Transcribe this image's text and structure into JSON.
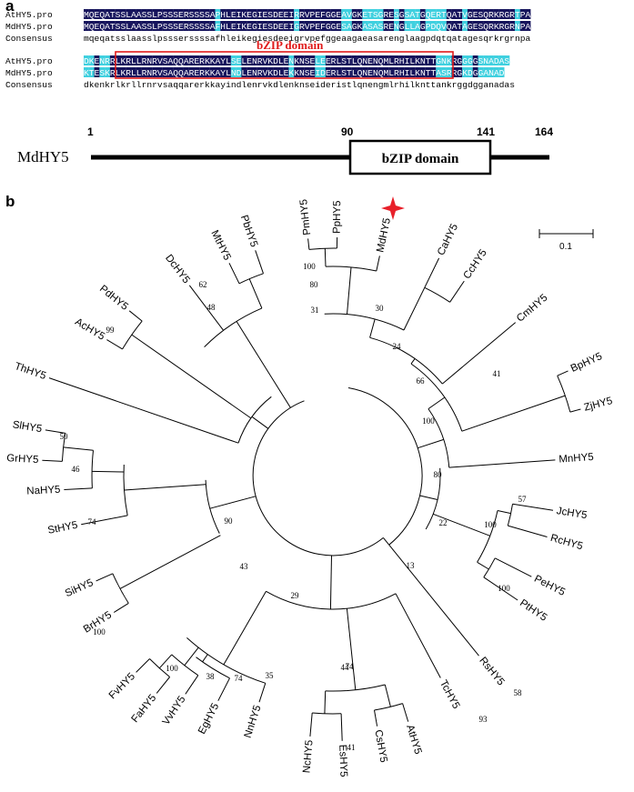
{
  "panel_a": {
    "letter": "a",
    "alignment_block_1": {
      "rows": [
        {
          "name": "AtHY5.pro",
          "sequence": "MQEQATSSLAASSLPSSSERSSSSAPHLEIKEGIESDEEIRRVPEFGGEAVGKETSGRESGSATGQERTQATVGESQRKRGRTPA"
        },
        {
          "name": "MdHY5.pro",
          "sequence": "MQEQATSSLAASSLPSSSERSSSSAFHLEIKEGIESDEEIGRVPEFGGESAGKASASRENGLLAGPDQVQATAGESQRKRGRNPA"
        },
        {
          "name": "Consensus",
          "sequence": "mqeqatsslaasslpssserssssafhleikegiesdeeigrvpefggeaagaeasarenglaagpdqtqatagesqrkrgrnpa"
        }
      ]
    },
    "domain_label": "bZIP  domain",
    "alignment_block_2": {
      "rows": [
        {
          "name": "AtHY5.pro",
          "sequence": "DKENRRLKRLLRNRVSAQQARERKKAYLSELENRVKDLENKNSELEERLSTLQNENQMLRHILKNTTGNKRGGGGSNADAS"
        },
        {
          "name": "MdHY5.pro",
          "sequence": "KTESKRLKRLLRNRVSAQQARERKKAYLNDLENRVKDLEKKNSEIDERLSTLQNENQMLRHILKNTTASRRGKDGGANAD.."
        },
        {
          "name": "Consensus",
          "sequence": "dkenkrlkrllrnrvsaqqarerkkayindlenrvkdlenknseideristlqnengmlrhilknttankrggdgganadas"
        }
      ]
    },
    "domain_map": {
      "protein": "MdHY5",
      "domain_name": "bZIP  domain",
      "positions": [
        "1",
        "90",
        "141",
        "164"
      ],
      "length": 164,
      "domain_start": 90,
      "domain_end": 141
    }
  },
  "panel_b": {
    "letter": "b",
    "scale_bar_label": "0.1",
    "marked_taxon": "MdHY5",
    "marker_color": "#e8202a",
    "taxa": [
      "PmHY5",
      "PpHY5",
      "MdHY5",
      "CaHY5",
      "CcHY5",
      "CmHY5",
      "BpHY5",
      "ZjHY5",
      "MnHY5",
      "JcHY5",
      "RcHY5",
      "PeHY5",
      "PtHY5",
      "RsHY5",
      "TcHY5",
      "AtHY5",
      "CsHY5",
      "EsHY5",
      "NcHY5",
      "NnHY5",
      "EgHY5",
      "VvHY5",
      "FaHY5",
      "FvHY5",
      "BrHY5",
      "SiHY5",
      "StHY5",
      "NaHY5",
      "GrHY5",
      "SlHY5",
      "ThHY5",
      "AcHY5",
      "PdHY5",
      "DcHY5",
      "MtHY5",
      "PbHY5"
    ],
    "bootstrap_values": [
      "100",
      "80",
      "31",
      "30",
      "24",
      "41",
      "66",
      "100",
      "80",
      "57",
      "100",
      "100",
      "22",
      "13",
      "58",
      "93",
      "41",
      "44",
      "74",
      "35",
      "74",
      "38",
      "100",
      "29",
      "100",
      "74",
      "46",
      "50",
      "90",
      "43",
      "99",
      "48",
      "62"
    ]
  }
}
